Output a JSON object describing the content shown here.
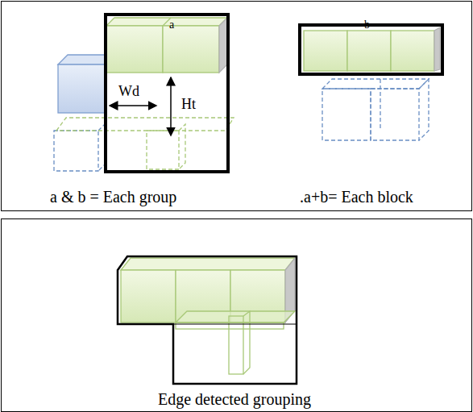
{
  "diagram": {
    "nodes": [
      {
        "text": [
          "a & b = Each group",
          ".a+b= Each block"
        ]
      },
      {
        "text": [
          "Edge detected grouping"
        ]
      }
    ],
    "labels": [
      "a",
      "b",
      "Wd",
      "Ht"
    ]
  }
}
